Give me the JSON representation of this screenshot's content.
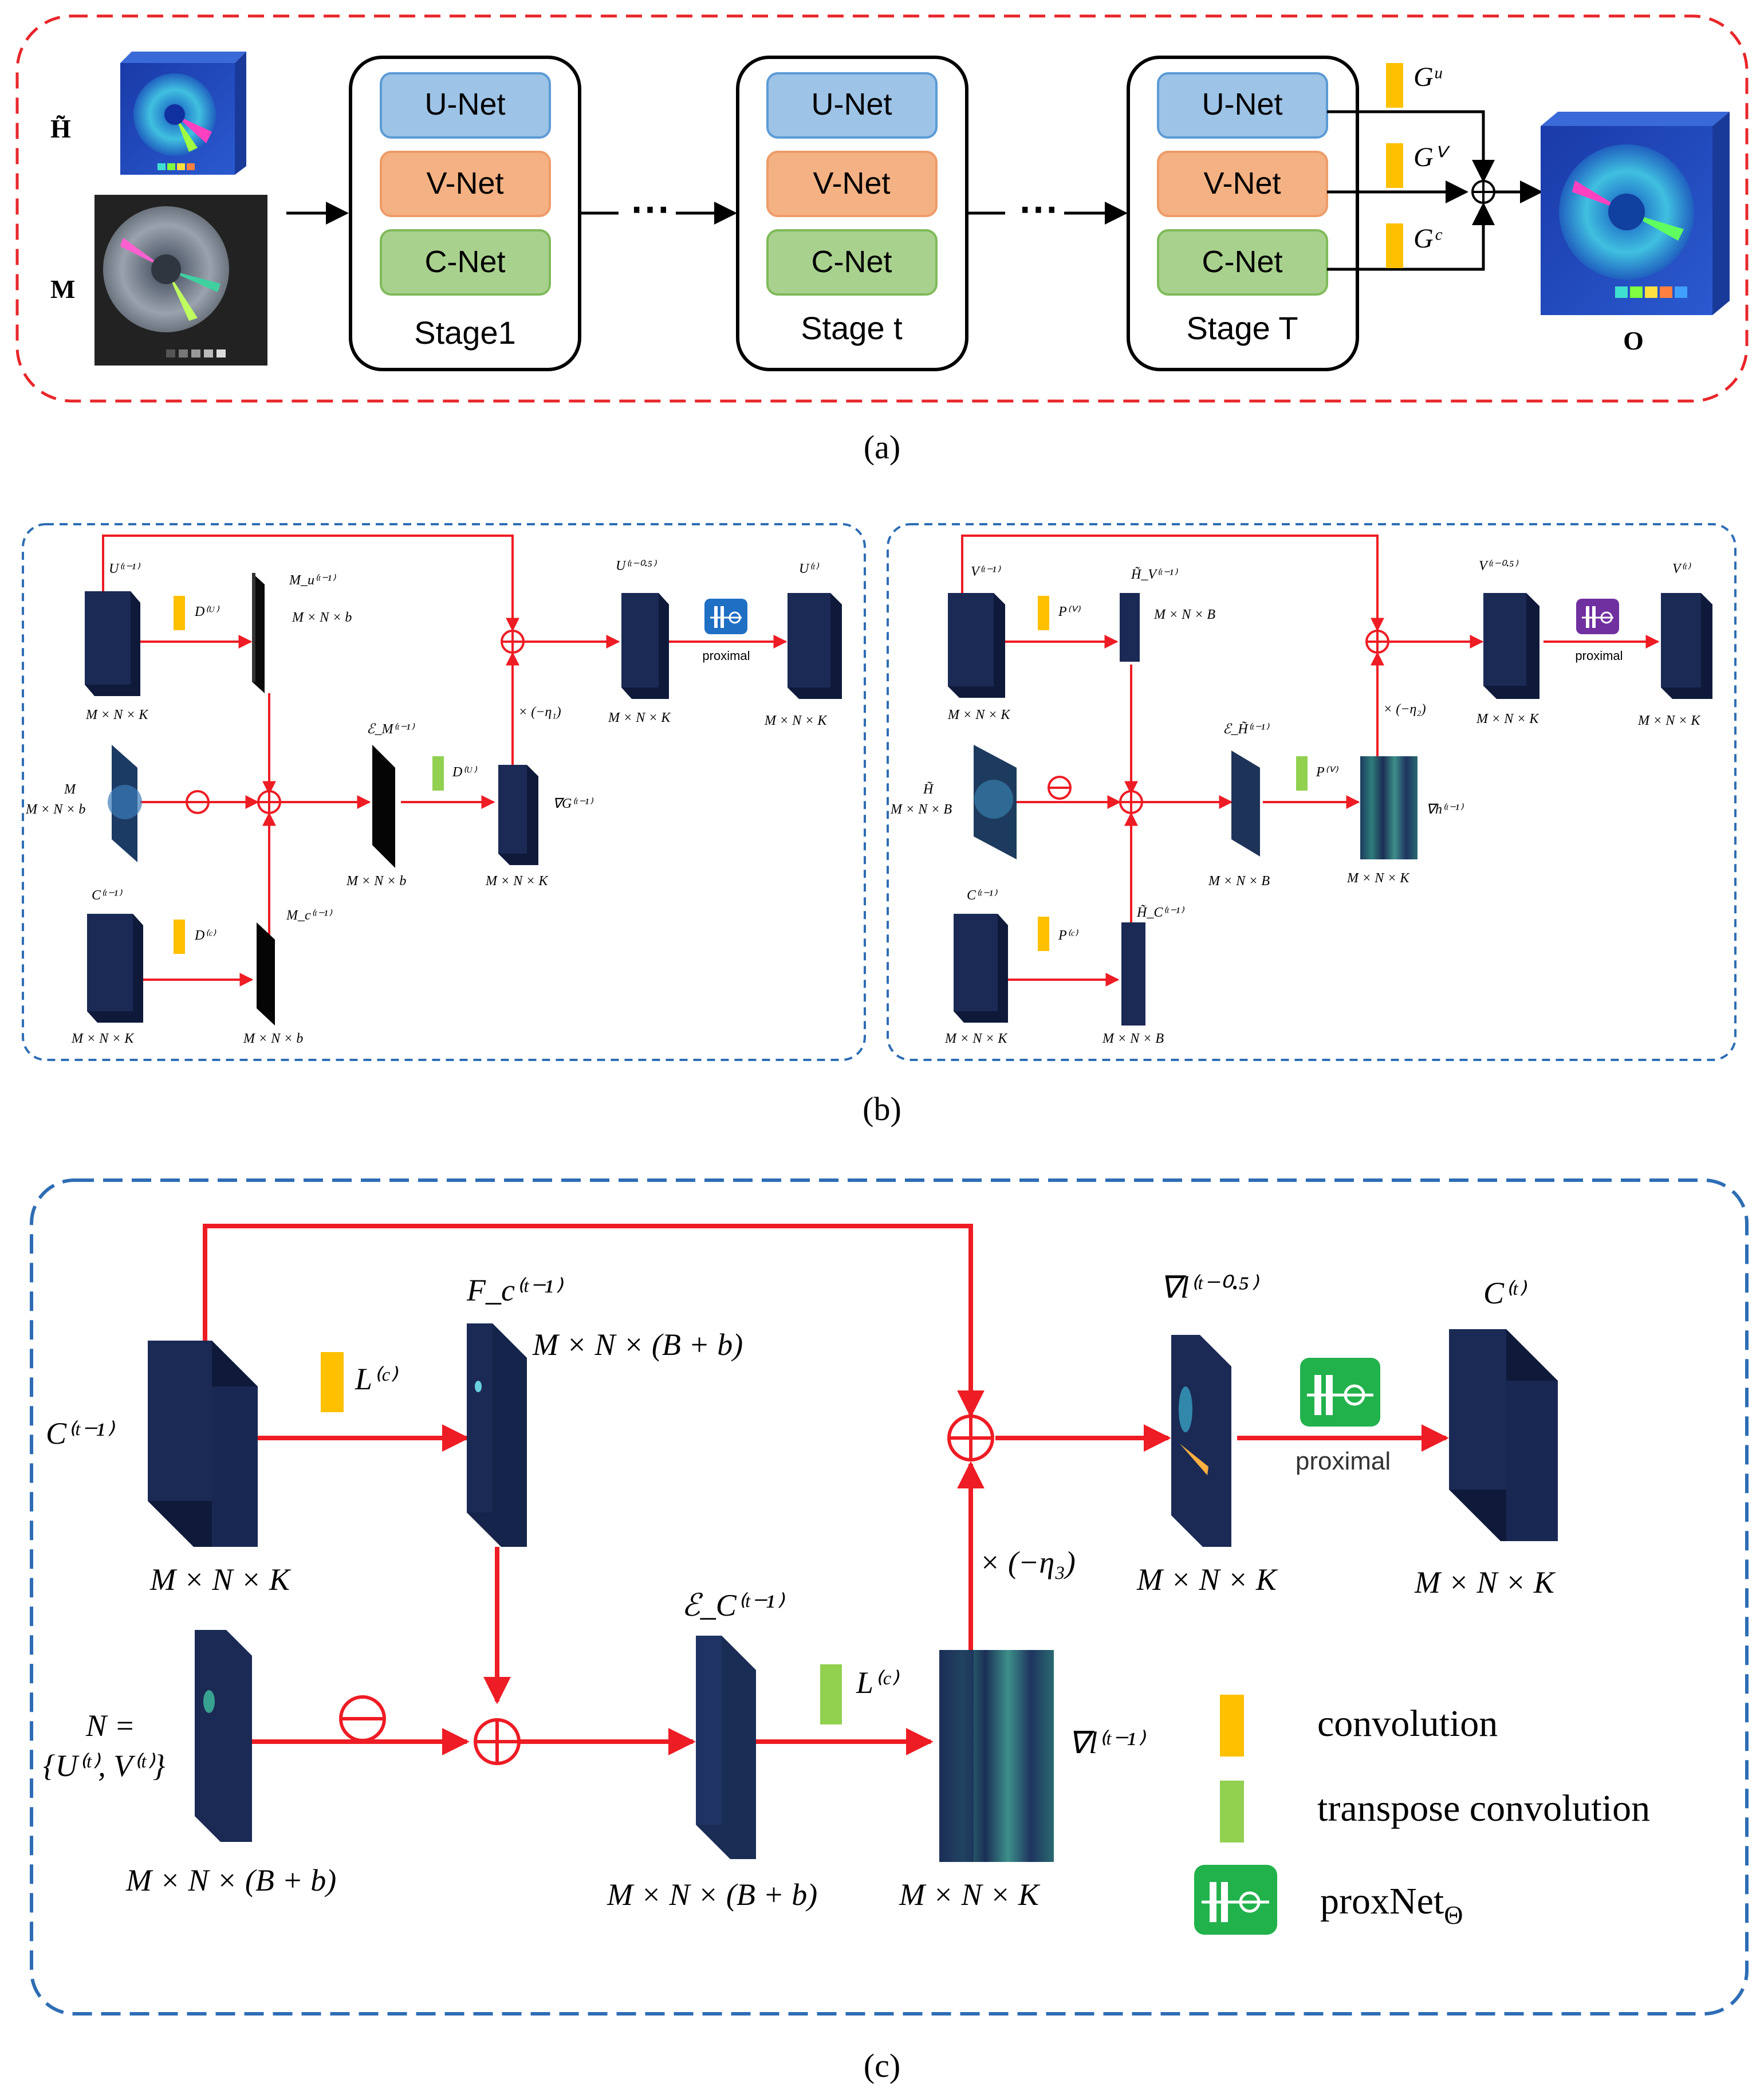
{
  "panel_a": {
    "input_h_label": "H̃",
    "input_m_label": "M",
    "ellipsis": "⋯",
    "stages": [
      {
        "modules": [
          "U-Net",
          "V-Net",
          "C-Net"
        ],
        "name": "Stage1"
      },
      {
        "modules": [
          "U-Net",
          "V-Net",
          "C-Net"
        ],
        "name": "Stage t"
      },
      {
        "modules": [
          "U-Net",
          "V-Net",
          "C-Net"
        ],
        "name": "Stage T"
      }
    ],
    "gains": [
      "Gᵘ",
      "Gⱽ",
      "Gᶜ"
    ],
    "output_label": "O",
    "caption": "(a)"
  },
  "panel_b": {
    "left": {
      "u_prev": "U⁽ᵗ⁻¹⁾",
      "u_prev_dim": "M × N × K",
      "d_u": "D⁽ᵁ⁾",
      "m_u": "M_u⁽ᵗ⁻¹⁾",
      "m_u_dim": "M × N × b",
      "m_in": "M",
      "m_in_dim": "M × N × b",
      "eps_m": "ℰ_M⁽ᵗ⁻¹⁾",
      "eps_m_dim": "M × N × b",
      "d_u_t": "D⁽ᵁ⁾",
      "grad_g": "∇G⁽ᵗ⁻¹⁾",
      "grad_g_dim": "M × N × K",
      "c_prev": "C⁽ᵗ⁻¹⁾",
      "c_prev_dim": "M × N × K",
      "d_c": "D⁽ᶜ⁾",
      "m_c": "M_c⁽ᵗ⁻¹⁾",
      "m_c_dim": "M × N × b",
      "eta": "× (−η₁)",
      "u_half": "U⁽ᵗ⁻⁰·⁵⁾",
      "u_half_dim": "M × N × K",
      "proximal": "proximal",
      "u_t": "U⁽ᵗ⁾",
      "u_t_dim": "M × N × K"
    },
    "right": {
      "v_prev": "V⁽ᵗ⁻¹⁾",
      "v_prev_dim": "M × N × K",
      "p_v": "P⁽ⱽ⁾",
      "h_v": "H̃_V⁽ᵗ⁻¹⁾",
      "h_v_dim": "M × N × B",
      "h_in": "H̃",
      "h_in_dim": "M × N × B",
      "eps_h": "ℰ_H̃⁽ᵗ⁻¹⁾",
      "eps_h_dim": "M × N × B",
      "p_v_t": "P⁽ⱽ⁾",
      "grad_h": "∇h⁽ᵗ⁻¹⁾",
      "grad_h_dim": "M × N × K",
      "c_prev": "C⁽ᵗ⁻¹⁾",
      "c_prev_dim": "M × N × K",
      "p_c": "P⁽ᶜ⁾",
      "h_c": "H̃_C⁽ᵗ⁻¹⁾",
      "h_c_dim": "M × N × B",
      "eta": "× (−η₂)",
      "v_half": "V⁽ᵗ⁻⁰·⁵⁾",
      "v_half_dim": "M × N × K",
      "proximal": "proximal",
      "v_t": "V⁽ᵗ⁾",
      "v_t_dim": "M × N × K"
    },
    "caption": "(b)"
  },
  "panel_c": {
    "c_prev": "C⁽ᵗ⁻¹⁾",
    "c_prev_dim": "M × N × K",
    "l_c": "L⁽ᶜ⁾",
    "f_c": "F_c⁽ᵗ⁻¹⁾",
    "f_c_dim": "M × N × (B + b)",
    "n_label_1": "N =",
    "n_label_2": "{U⁽ᵗ⁾, V⁽ᵗ⁾}",
    "n_dim": "M × N × (B + b)",
    "eps_c": "ℰ_C⁽ᵗ⁻¹⁾",
    "eps_c_dim": "M × N × (B + b)",
    "l_c_t": "L⁽ᶜ⁾",
    "grad_l": "∇l⁽ᵗ⁻¹⁾",
    "grad_l_dim": "M × N × K",
    "eta": "× (−η₃)",
    "grad_half": "∇l⁽ᵗ⁻⁰·⁵⁾",
    "grad_half_dim": "M × N × K",
    "proximal": "proximal",
    "c_t": "C⁽ᵗ⁾",
    "c_t_dim": "M × N × K",
    "legend": {
      "convolution": "convolution",
      "transpose": "transpose convolution",
      "prox": "proxNet",
      "prox_sub": "Θ"
    },
    "caption": "(c)"
  },
  "colors": {
    "red_dash": "#e8262a",
    "blue_dash": "#2e6db4",
    "red_line": "#ee1c24",
    "unet": "#9dc3e6",
    "vnet": "#f4b183",
    "cnet": "#a9d18e",
    "conv": "#ffc000",
    "tconv": "#92d050",
    "cube_front": "#1b2a55",
    "cube_side": "#0f1a3a",
    "prox_blue": "#1f6fc4",
    "prox_purple": "#7030a0",
    "prox_green": "#22b24c"
  }
}
